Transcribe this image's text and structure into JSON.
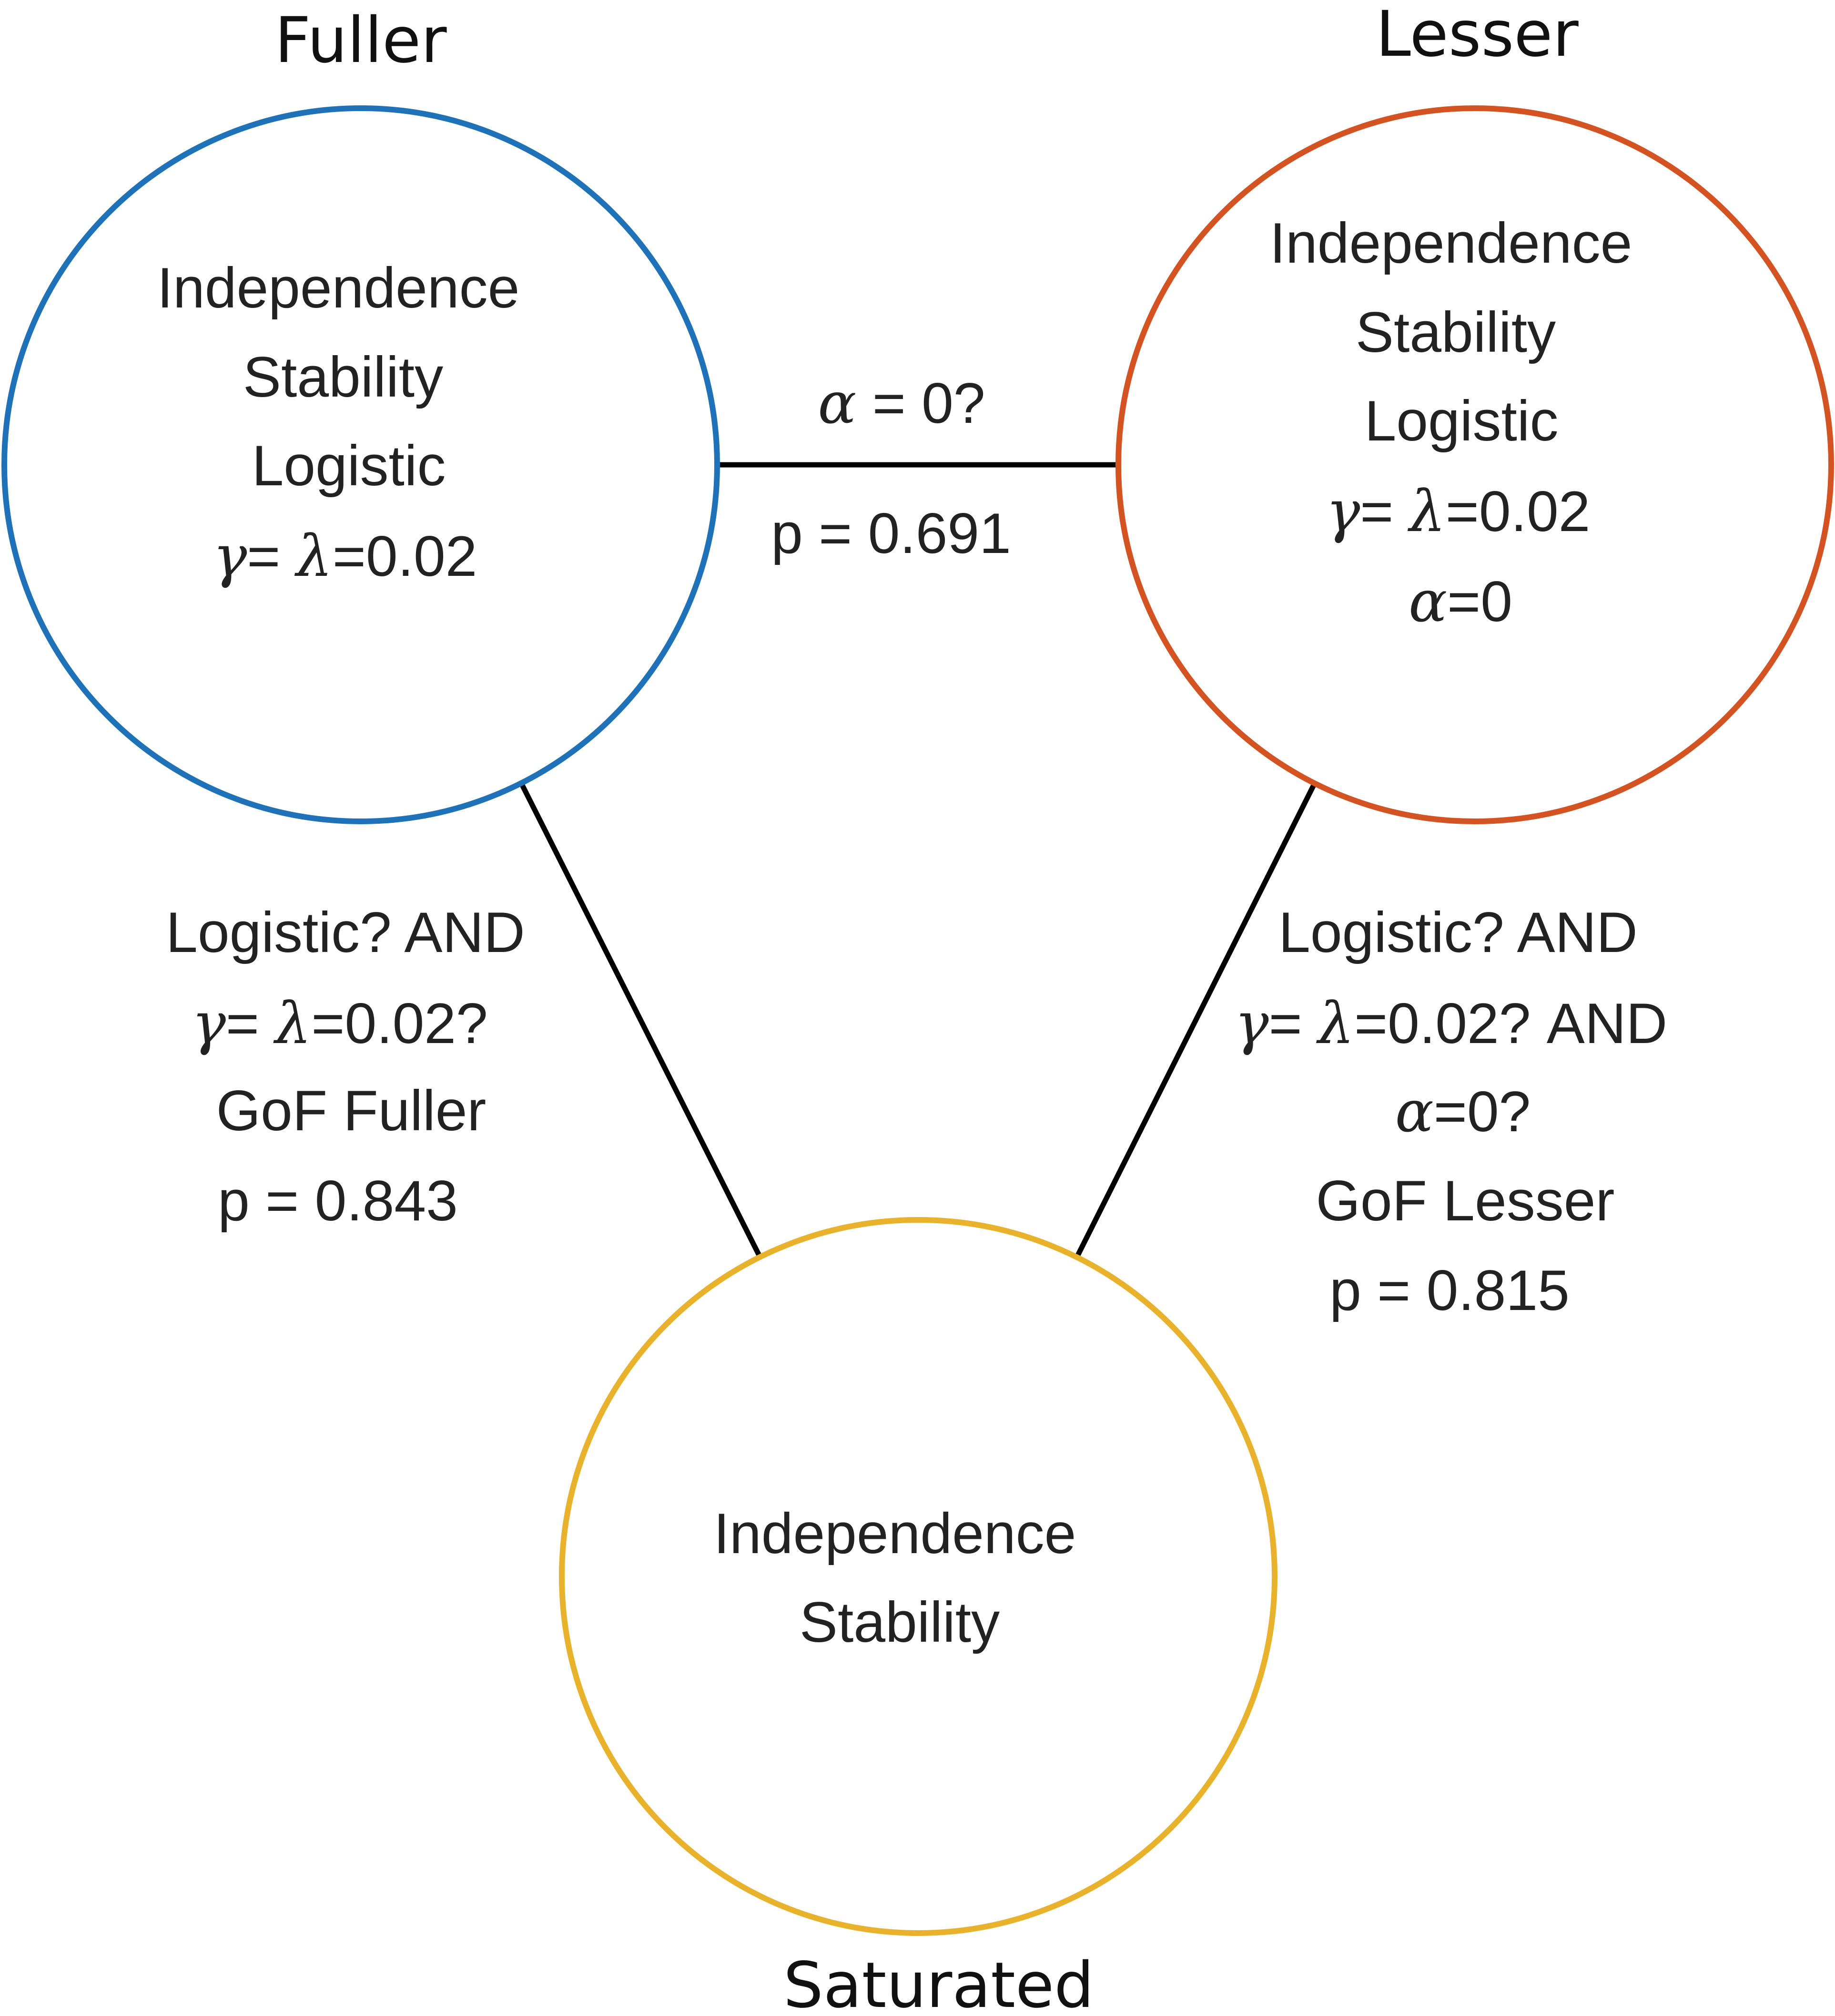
{
  "colors": {
    "fuller": "#1f72b8",
    "lesser": "#d35322",
    "saturated": "#e8b22c",
    "edge": "#000000"
  },
  "nodes": {
    "fuller": {
      "title": "Fuller",
      "lines": [
        "Independence",
        "Stability",
        "Logistic",
        "γ= λ=0.02"
      ]
    },
    "lesser": {
      "title": "Lesser",
      "lines": [
        "Independence",
        "Stability",
        "Logistic",
        "γ= λ=0.02",
        "α=0"
      ]
    },
    "saturated": {
      "title": "Saturated",
      "lines": [
        "Independence",
        "Stability"
      ]
    }
  },
  "edges": {
    "fuller_lesser": {
      "lines": [
        "α = 0?",
        "p = 0.691"
      ]
    },
    "fuller_saturated": {
      "lines": [
        "Logistic? AND",
        "γ= λ=0.02?",
        "GoF Fuller",
        "p = 0.843"
      ]
    },
    "lesser_saturated": {
      "lines": [
        "Logistic? AND",
        "γ= λ=0.02? AND",
        "α=0?",
        "GoF Lesser",
        "p = 0.815"
      ]
    }
  }
}
